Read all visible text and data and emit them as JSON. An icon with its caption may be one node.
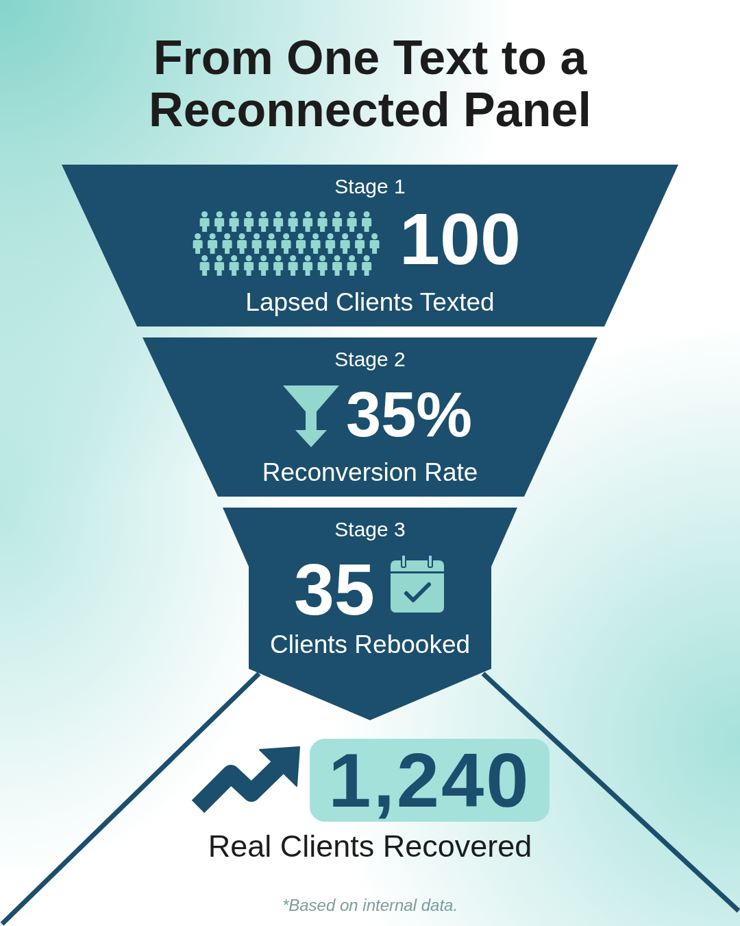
{
  "diagram": {
    "title": "From One Text to a Reconnected Panel",
    "nodes": [
      {
        "text": [
          "Stage 1",
          "100",
          "Lapsed Clients Texted"
        ]
      },
      {
        "text": [
          "Stage 2",
          "35%",
          "Reconversion Rate"
        ]
      },
      {
        "text": [
          "Stage 3",
          "35",
          "Clients Rebooked"
        ]
      },
      {
        "text": [
          "1,240"
        ],
        "beside": [
          "Real Clients Recovered"
        ]
      }
    ],
    "labels": [
      "*Based on internal data."
    ]
  }
}
